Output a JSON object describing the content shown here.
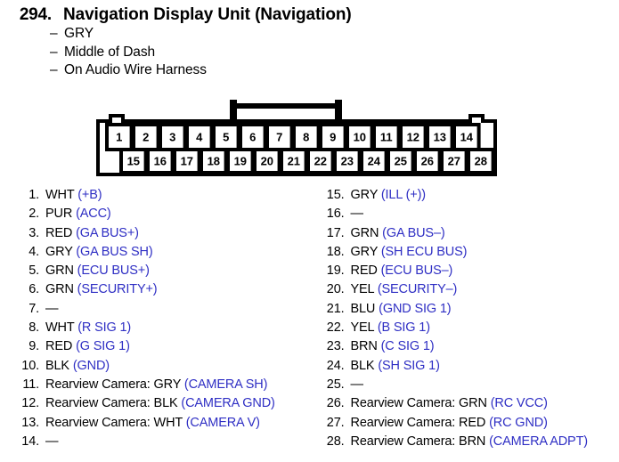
{
  "header": {
    "number": "294.",
    "title": "Navigation Display Unit (Navigation)",
    "dash": "–",
    "sub_lines": [
      "GRY",
      "Middle of Dash",
      "On Audio Wire Harness"
    ]
  },
  "connector": {
    "top_row_pins": [
      "1",
      "2",
      "3",
      "4",
      "5",
      "6",
      "7",
      "8",
      "9",
      "10",
      "11",
      "12",
      "13",
      "14"
    ],
    "bottom_row_pins": [
      "15",
      "16",
      "17",
      "18",
      "19",
      "20",
      "21",
      "22",
      "23",
      "24",
      "25",
      "26",
      "27",
      "28"
    ]
  },
  "colors": {
    "signal_blue": "#2f2fc4",
    "text_black": "#000000",
    "background": "#ffffff"
  },
  "empty_marker": "—",
  "pins": {
    "left": [
      {
        "index": "1.",
        "wire": "WHT",
        "signal": "(+B)"
      },
      {
        "index": "2.",
        "wire": "PUR",
        "signal": "(ACC)"
      },
      {
        "index": "3.",
        "wire": "RED",
        "signal": "(GA BUS+)"
      },
      {
        "index": "4.",
        "wire": "GRY",
        "signal": "(GA BUS SH)"
      },
      {
        "index": "5.",
        "wire": "GRN",
        "signal": "(ECU BUS+)"
      },
      {
        "index": "6.",
        "wire": "GRN",
        "signal": "(SECURITY+)"
      },
      {
        "index": "7.",
        "wire": "—",
        "signal": ""
      },
      {
        "index": "8.",
        "wire": "WHT",
        "signal": "(R SIG 1)"
      },
      {
        "index": "9.",
        "wire": "RED",
        "signal": "(G SIG 1)"
      },
      {
        "index": "10.",
        "wire": "BLK",
        "signal": "(GND)"
      },
      {
        "index": "11.",
        "wire": "Rearview Camera: GRY",
        "signal": "(CAMERA SH)"
      },
      {
        "index": "12.",
        "wire": "Rearview Camera: BLK",
        "signal": "(CAMERA GND)"
      },
      {
        "index": "13.",
        "wire": "Rearview Camera: WHT",
        "signal": "(CAMERA V)"
      },
      {
        "index": "14.",
        "wire": "—",
        "signal": ""
      }
    ],
    "right": [
      {
        "index": "15.",
        "wire": "GRY",
        "signal": "(ILL (+))"
      },
      {
        "index": "16.",
        "wire": "—",
        "signal": ""
      },
      {
        "index": "17.",
        "wire": "GRN",
        "signal": "(GA BUS–)"
      },
      {
        "index": "18.",
        "wire": "GRY",
        "signal": "(SH ECU BUS)"
      },
      {
        "index": "19.",
        "wire": "RED",
        "signal": "(ECU BUS–)"
      },
      {
        "index": "20.",
        "wire": "YEL",
        "signal": "(SECURITY–)"
      },
      {
        "index": "21.",
        "wire": "BLU",
        "signal": "(GND SIG 1)"
      },
      {
        "index": "22.",
        "wire": "YEL",
        "signal": "(B SIG 1)"
      },
      {
        "index": "23.",
        "wire": "BRN",
        "signal": "(C SIG 1)"
      },
      {
        "index": "24.",
        "wire": "BLK",
        "signal": "(SH SIG 1)"
      },
      {
        "index": "25.",
        "wire": "—",
        "signal": ""
      },
      {
        "index": "26.",
        "wire": "Rearview Camera: GRN",
        "signal": "(RC VCC)"
      },
      {
        "index": "27.",
        "wire": "Rearview Camera: RED",
        "signal": "(RC GND)"
      },
      {
        "index": "28.",
        "wire": "Rearview Camera: BRN",
        "signal": "(CAMERA ADPT)"
      }
    ]
  }
}
